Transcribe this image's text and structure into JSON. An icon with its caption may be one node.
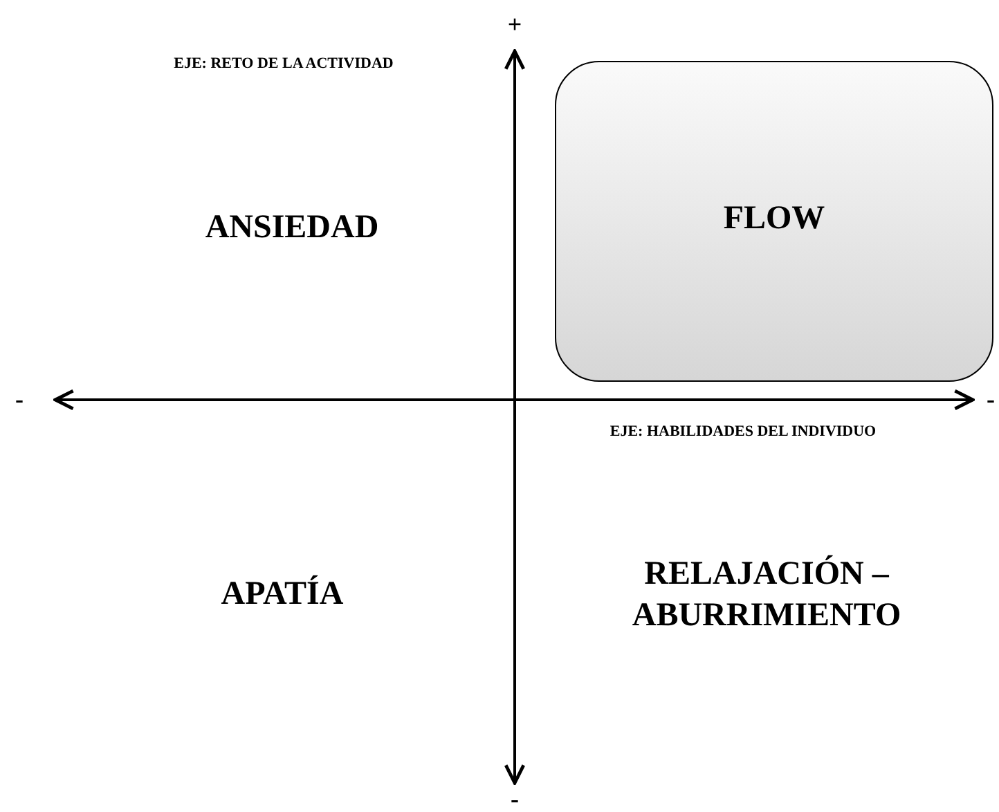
{
  "diagram": {
    "nodes": [
      {
        "text": [
          "FLOW"
        ]
      }
    ],
    "labels": [
      "+",
      "EJE: RETO DE LA ACTIVIDAD",
      "ANSIEDAD",
      "-",
      "-",
      "EJE: HABILIDADES DEL INDIVIDUO",
      "APATÍA",
      "RELAJACIÓN – ABURRIMIENTO",
      "-"
    ]
  }
}
